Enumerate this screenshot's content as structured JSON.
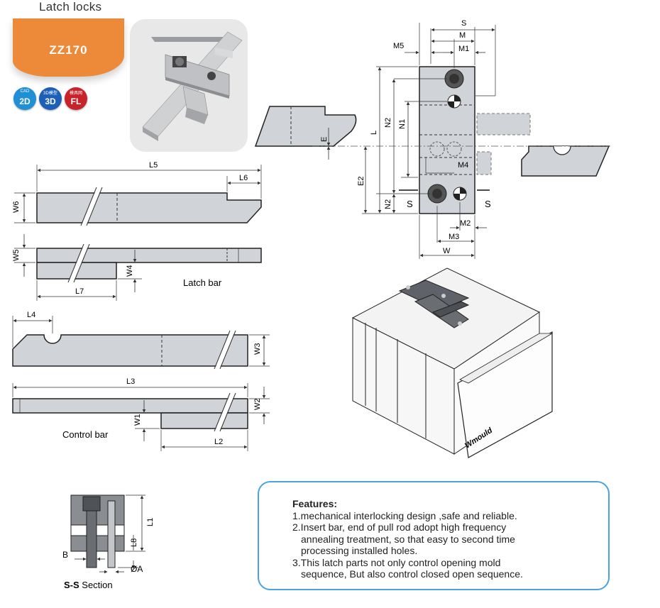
{
  "header": {
    "title": "Latch locks"
  },
  "product": {
    "code": "ZZ170"
  },
  "badges": [
    {
      "small": "CAD",
      "big": "2D",
      "color": "#1f8fd6"
    },
    {
      "small": "3D模型",
      "big": "3D",
      "color": "#1c5fb8"
    },
    {
      "small": "模具网",
      "big": "FL",
      "color": "#c8232b"
    }
  ],
  "labels": {
    "latch_bar": "Latch bar",
    "control_bar": "Control bar",
    "section_bold": "S-S",
    "section_rest": " Section",
    "dims": {
      "L5": "L5",
      "L6": "L6",
      "W6": "W6",
      "W5": "W5",
      "W4": "W4",
      "L7": "L7",
      "L4": "L4",
      "W3": "W3",
      "L3": "L3",
      "W2": "W2",
      "W1": "W1",
      "L2": "L2",
      "S": "S",
      "M": "M",
      "M1": "M1",
      "M5": "M5",
      "L": "L",
      "N2": "N2",
      "N1": "N1",
      "E": "E",
      "E2": "E2",
      "M4": "M4",
      "M2": "M2",
      "M3": "M3",
      "W": "W",
      "L1": "L1",
      "L8": "L8",
      "B": "B",
      "A": "ØA"
    },
    "brand": "Wmould"
  },
  "features": {
    "title": "Features:",
    "items": [
      {
        "line1": "1.mechanical interlocking design ,safe and reliable."
      },
      {
        "line1": "2.Insert bar, end of pull rod adopt high frequency",
        "line2": "annealing treatment, so that easy to second time",
        "line3": "processing installed holes."
      },
      {
        "line1": "3.This latch parts not only control opening mold",
        "line2": "sequence, But also control closed open sequence."
      }
    ]
  },
  "colors": {
    "accent": "#ec8a3a",
    "border": "#4aa3df",
    "part_fill": "#d0d3d8"
  }
}
